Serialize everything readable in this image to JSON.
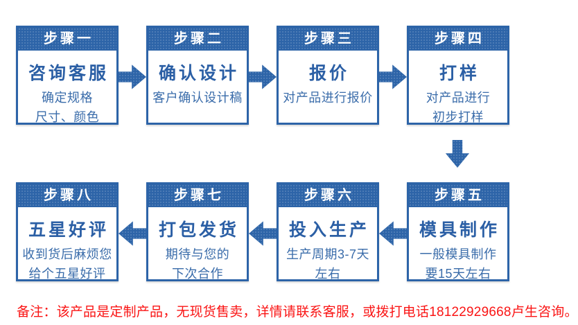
{
  "flow": {
    "steps": [
      {
        "header": "步骤一",
        "title": "咨询客服",
        "line1": "确定规格",
        "line2": "尺寸、颜色"
      },
      {
        "header": "步骤二",
        "title": "确认设计",
        "line1": "客户确认设计稿",
        "line2": ""
      },
      {
        "header": "步骤三",
        "title": "报价",
        "line1": "对产品进行报价",
        "line2": ""
      },
      {
        "header": "步骤四",
        "title": "打样",
        "line1": "对产品进行",
        "line2": "初步打样"
      },
      {
        "header": "步骤五",
        "title": "模具制作",
        "line1": "一般模具制作",
        "line2": "要15天左右"
      },
      {
        "header": "步骤六",
        "title": "投入生产",
        "line1": "生产周期3-7天",
        "line2": "左右"
      },
      {
        "header": "步骤七",
        "title": "打包发货",
        "line1": "期待与您的",
        "line2": "下次合作"
      },
      {
        "header": "步骤八",
        "title": "五星好评",
        "line1": "收到货后麻烦您",
        "line2": "给个五星好评"
      }
    ]
  },
  "note": {
    "text": "备注：该产品是定制产品，无现货售卖，详情请联系客服，或拨打电话18122929668卢生咨询。"
  },
  "colors": {
    "primary_blue": "#2d64a8",
    "title_blue": "#2b5fa5",
    "desc_blue": "#3a6caa",
    "note_red": "#fa1414"
  }
}
